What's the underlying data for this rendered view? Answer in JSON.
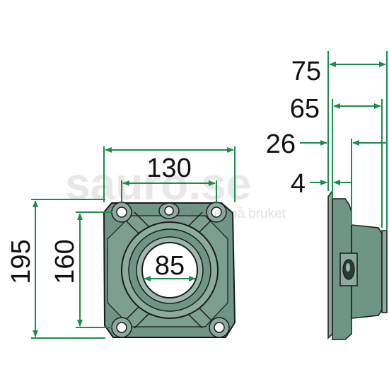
{
  "watermark": {
    "brand": "sauro.se",
    "tagline": "Får mer på bruket"
  },
  "front_view": {
    "width_label": "130",
    "height_label": "195",
    "bolt_spacing_label": "160",
    "bore_label": "85"
  },
  "side_view": {
    "total_depth_label": "75",
    "body_depth_label": "65",
    "offset_label": "26",
    "flange_thickness_label": "4"
  },
  "colors": {
    "body_fill": "#6f9587",
    "body_light": "#8cab9f",
    "dimension_line": "#1e8c4e",
    "outline": "#1a1a1a"
  }
}
